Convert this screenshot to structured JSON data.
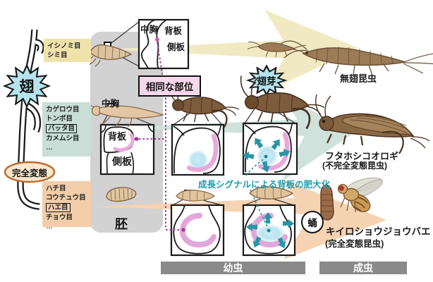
{
  "phylogeny": {
    "wing_badge": "翅",
    "metamorphosis_badge": "完全変態",
    "groups": [
      {
        "name": "apterygote-orders",
        "color": "#f0e2ab",
        "orders": [
          "イシノミ目",
          "シミ目"
        ]
      },
      {
        "name": "hemimetabolous-orders",
        "color": "#c8ded6",
        "orders": [
          "カゲロウ目",
          "トンボ目",
          "バッタ目",
          "カメムシ目",
          "…"
        ],
        "highlighted": "バッタ目"
      },
      {
        "name": "holometabolous-orders",
        "color": "#f3cda9",
        "orders": [
          "ハチ目",
          "コウチュウ目",
          "ハエ目",
          "チョウ目",
          "…"
        ],
        "highlighted": "ハエ目"
      }
    ]
  },
  "inset_box": {
    "mesothorax": "中胸",
    "notum": "背板",
    "pleuron": "側板"
  },
  "embryo_panel": {
    "mesothorax": "中胸",
    "notum": "背板",
    "pleuron": "側板",
    "embryo": "胚"
  },
  "annotations": {
    "homologous_parts": "相同な部位",
    "wing_bud": "翅芽",
    "growth_signal": "成長シグナルによる背板の肥大化",
    "pupa": "蛹"
  },
  "right_labels": {
    "wingless_insect": "無翅昆虫",
    "cricket_name": "フタホシコオロギ",
    "cricket_type": "(不完全変態昆虫)",
    "fly_name": "キイロショウジョウバエ",
    "fly_type": "(完全変態昆虫)"
  },
  "stage_bars": {
    "larva": "幼虫",
    "adult": "成虫"
  },
  "colors": {
    "panel_gray": "#d2d2d2",
    "arrow_yellow": "#f1e9c2",
    "arrow_teal": "#cfe3dc",
    "arrow_orange": "#f6d3b2",
    "starburst_blue": "#b5e3ee",
    "magenta_line": "#a8359f",
    "teal_accent": "#1b9cb0",
    "pink_band": "#e9a8dc",
    "bar_gray": "#8a8a8a"
  }
}
